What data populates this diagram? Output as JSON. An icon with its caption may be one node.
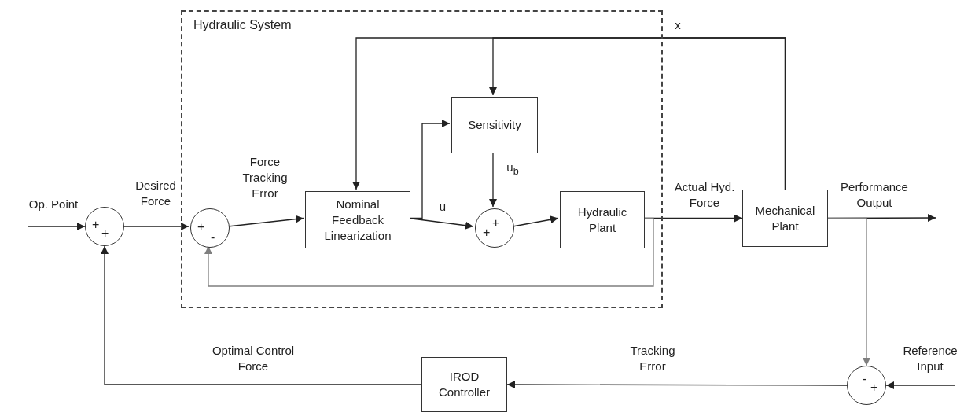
{
  "diagram": {
    "nodes": [
      {
        "text": [
          "Hydraulic System"
        ]
      },
      {
        "text": [
          "+",
          "+"
        ]
      },
      {
        "text": [
          "+",
          "-"
        ],
        "in": 0
      },
      {
        "text": [
          "Nominal Feedback Linearization"
        ],
        "in": 0
      },
      {
        "text": [
          "Sensitivity"
        ],
        "in": 0
      },
      {
        "text": [
          "+",
          "+"
        ],
        "in": 0
      },
      {
        "text": [
          "Hydraulic Plant"
        ],
        "in": 0
      },
      {
        "text": [
          "Mechanical Plant"
        ]
      },
      {
        "text": [
          "-",
          "+"
        ]
      },
      {
        "text": [
          "IROD Controller"
        ]
      }
    ],
    "edges": [
      {
        "from": null,
        "to": 1,
        "arrow": "to",
        "label": "Op. Point"
      },
      {
        "from": 1,
        "to": 2,
        "arrow": "to",
        "label": "Desired Force"
      },
      {
        "from": 2,
        "to": 3,
        "arrow": "to",
        "label": "Force Tracking Error"
      },
      {
        "from": 3,
        "to": 5,
        "arrow": "to",
        "label": "u"
      },
      {
        "from": 3,
        "to": 4,
        "arrow": "to"
      },
      {
        "from": 4,
        "to": 5,
        "arrow": "to",
        "label": "u$_{b}$"
      },
      {
        "from": 5,
        "to": 6,
        "arrow": "to"
      },
      {
        "from": 6,
        "to": 7,
        "arrow": "to",
        "label": "Actual Hyd. Force"
      },
      {
        "from": 6,
        "to": 2,
        "arrow": "to",
        "color": "#7f7f7f"
      },
      {
        "from": 7,
        "to": 3,
        "arrow": "to",
        "label": "x"
      },
      {
        "from": 7,
        "to": 4,
        "arrow": "to"
      },
      {
        "from": 7,
        "to": null,
        "arrow": "to",
        "label": "Performance Output"
      },
      {
        "from": 7,
        "to": 8,
        "arrow": "to",
        "color": "#7f7f7f"
      },
      {
        "from": null,
        "to": 8,
        "arrow": "to",
        "label": "Reference Input"
      },
      {
        "from": 8,
        "to": 9,
        "arrow": "to",
        "label": "Tracking Error"
      },
      {
        "from": 9,
        "to": 1,
        "arrow": "to",
        "label": "Optimal Control Force"
      }
    ]
  }
}
